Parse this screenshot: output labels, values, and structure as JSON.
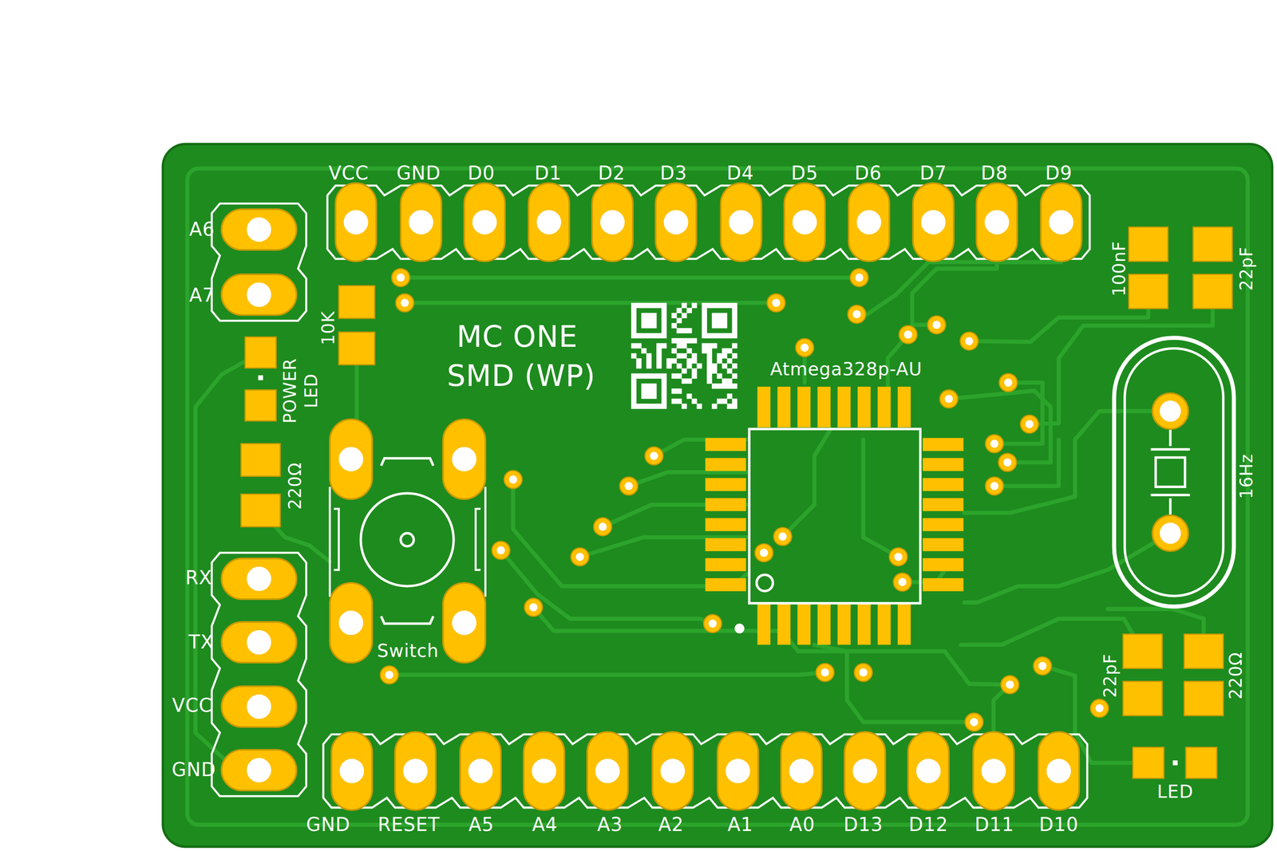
{
  "diagram": {
    "labels": [
      "VCC",
      "GND",
      "D0",
      "D1",
      "D2",
      "D3",
      "D4",
      "D5",
      "D6",
      "D7",
      "D8",
      "D9",
      "A6",
      "A7",
      "10K",
      "POWER",
      "LED",
      "220Ω",
      "MC ONE",
      "SMD (WP)",
      "Atmega328p-AU",
      "100nF",
      "22pF",
      "16Hz",
      "Switch",
      "RX",
      "TX",
      "VCC",
      "GND",
      "22pF",
      "220Ω",
      "LED",
      "GND",
      "RESET",
      "A5",
      "A4",
      "A3",
      "A2",
      "A1",
      "A0",
      "D13",
      "D12",
      "D11",
      "D10"
    ]
  }
}
